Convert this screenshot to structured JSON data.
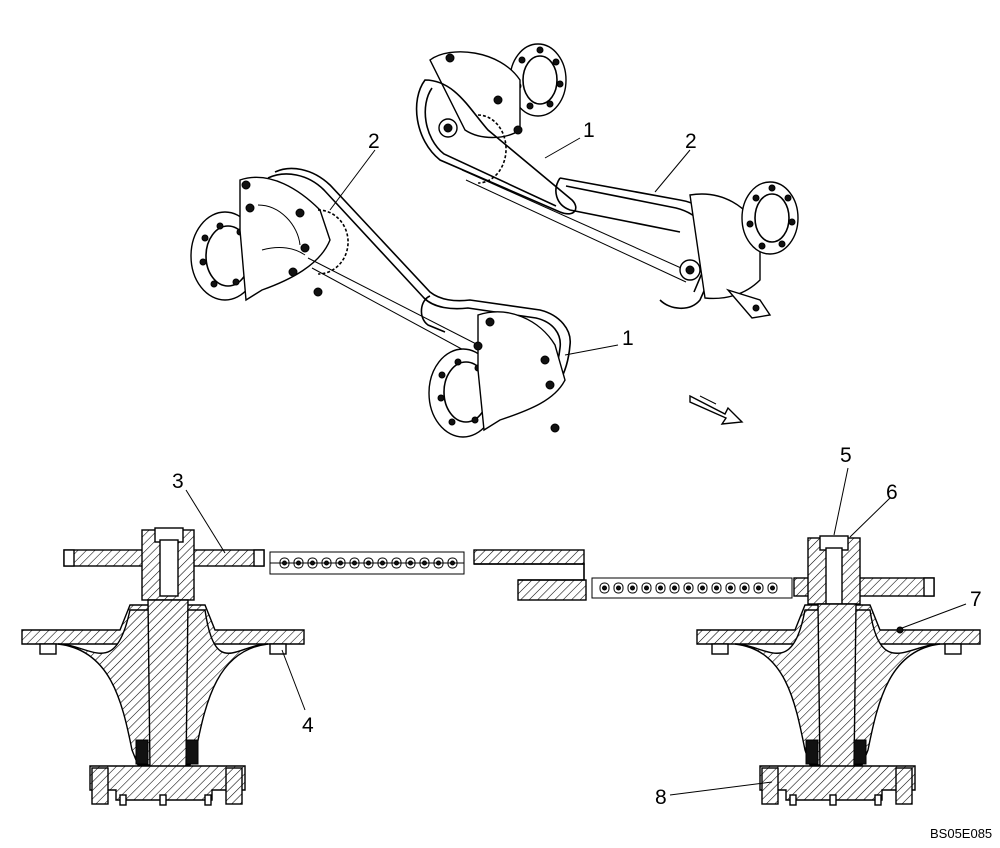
{
  "drawing": {
    "code": "BS05E085",
    "callouts": [
      {
        "id": "1a",
        "label": "1"
      },
      {
        "id": "1b",
        "label": "1"
      },
      {
        "id": "2a",
        "label": "2"
      },
      {
        "id": "2b",
        "label": "2"
      },
      {
        "id": "3",
        "label": "3"
      },
      {
        "id": "4",
        "label": "4"
      },
      {
        "id": "5",
        "label": "5"
      },
      {
        "id": "6",
        "label": "6"
      },
      {
        "id": "7",
        "label": "7"
      },
      {
        "id": "8",
        "label": "8"
      }
    ]
  }
}
